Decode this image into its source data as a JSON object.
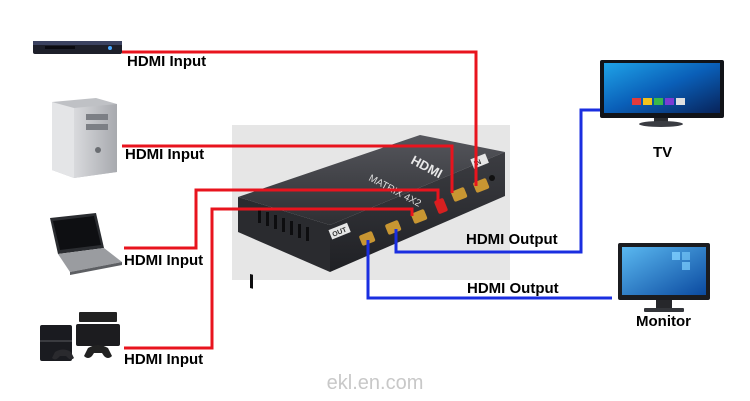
{
  "labels": {
    "input_1": "HDMI Input",
    "input_2": "HDMI Input",
    "input_3": "HDMI Input",
    "input_4": "HDMI Input",
    "output_tv": "HDMI Output",
    "output_monitor": "HDMI Output",
    "tv": "TV",
    "monitor": "Monitor"
  },
  "device": {
    "brand_text": "HDMI",
    "model_text": "MATRIX 4X2",
    "output_badge": "OUT",
    "input_badge": "IN"
  },
  "watermark": "ekl.en.com",
  "colors": {
    "input_line": "#e8141e",
    "output_line": "#1a2ee0",
    "device_body": "#3a3a3e",
    "port": "#c89632"
  },
  "icons": {
    "source_1": "blu-ray-player-icon",
    "source_2": "desktop-pc-icon",
    "source_3": "laptop-icon",
    "source_4": "game-console-icon",
    "sink_1": "tv-icon",
    "sink_2": "monitor-icon"
  }
}
